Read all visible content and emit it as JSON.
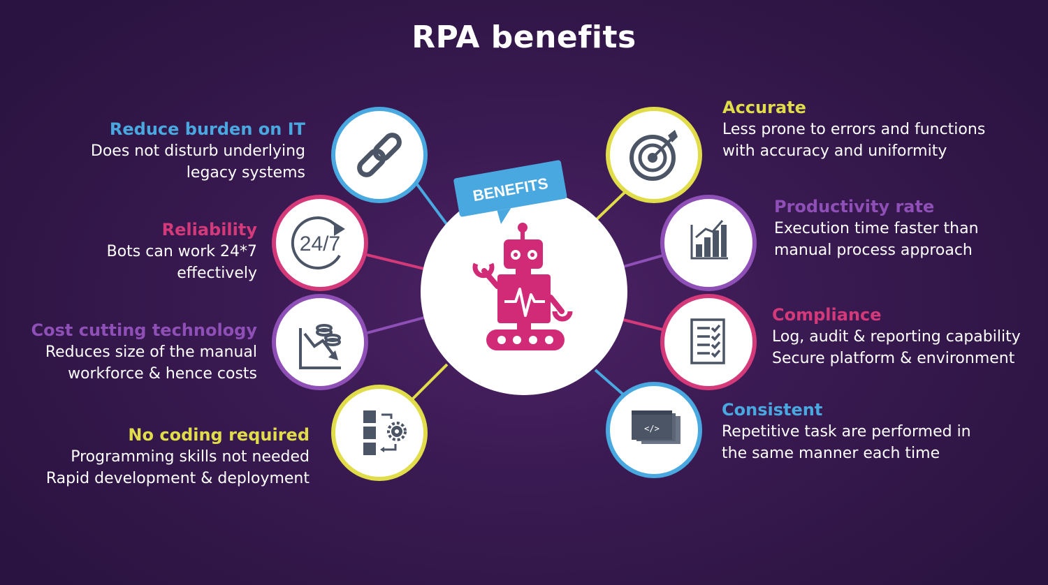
{
  "title": "RPA benefits",
  "center": {
    "badge": "BENEFITS",
    "icon": "robot-icon"
  },
  "colors": {
    "blue": "#4aa8e0",
    "pink": "#d43a7a",
    "purple": "#8e4fb6",
    "yellow": "#e1dc4a",
    "icon_gray": "#4b5565",
    "robot": "#d12a77"
  },
  "benefits": [
    {
      "id": "reduce-burden",
      "heading": "Reduce burden on IT",
      "lines": [
        "Does not disturb underlying",
        "legacy systems"
      ],
      "color": "#4aa8e0",
      "icon": "link-chain-icon"
    },
    {
      "id": "reliability",
      "heading": "Reliability",
      "lines": [
        "Bots can work 24*7",
        "effectively"
      ],
      "color": "#d43a7a",
      "icon": "24-7-icon",
      "icon_text": "24/7"
    },
    {
      "id": "cost-cutting",
      "heading": "Cost cutting technology",
      "lines": [
        "Reduces size of the manual",
        "workforce & hence costs"
      ],
      "color": "#8e4fb6",
      "icon": "declining-cost-chart-icon"
    },
    {
      "id": "no-coding",
      "heading": "No coding required",
      "lines": [
        "Programming skills not needed",
        "Rapid development & deployment"
      ],
      "color": "#e1dc4a",
      "icon": "workflow-gear-icon"
    },
    {
      "id": "accurate",
      "heading": "Accurate",
      "lines": [
        "Less prone to errors and functions",
        "with accuracy and uniformity"
      ],
      "color": "#e1dc4a",
      "icon": "target-icon"
    },
    {
      "id": "productivity",
      "heading": "Productivity rate",
      "lines": [
        "Execution time faster than",
        "manual process approach"
      ],
      "color": "#8e4fb6",
      "icon": "rising-bar-chart-icon"
    },
    {
      "id": "compliance",
      "heading": "Compliance",
      "lines": [
        "Log, audit & reporting capability",
        "Secure platform & environment"
      ],
      "color": "#d43a7a",
      "icon": "checklist-icon"
    },
    {
      "id": "consistent",
      "heading": "Consistent",
      "lines": [
        "Repetitive task are performed in",
        "the same manner each time"
      ],
      "color": "#4aa8e0",
      "icon": "code-window-icon",
      "icon_text": "</>"
    }
  ]
}
